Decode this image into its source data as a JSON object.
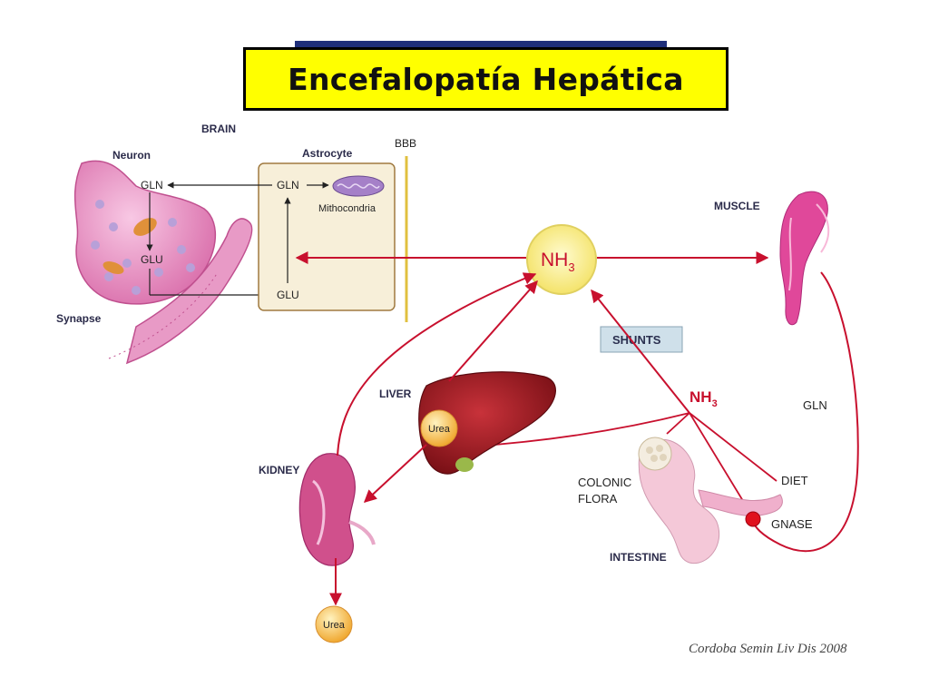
{
  "title": "Encefalopatía Hepática",
  "labels": {
    "brain": "BRAIN",
    "neuron": "Neuron",
    "astrocyte": "Astrocyte",
    "bbb": "BBB",
    "synapse": "Synapse",
    "gln_neuron": "GLN",
    "glu_neuron": "GLU",
    "gln_astro": "GLN",
    "glu_astro": "GLU",
    "mitochondria": "Mithocondria",
    "muscle": "MUSCLE",
    "liver": "LIVER",
    "kidney": "KIDNEY",
    "intestine": "INTESTINE",
    "colonic_flora_1": "COLONIC",
    "colonic_flora_2": "FLORA",
    "diet": "DIET",
    "gnase": "GNASE",
    "gln_side": "GLN",
    "shunts": "SHUNTS",
    "nh3_center": "NH",
    "nh3_center_sub": "3",
    "nh3_small": "NH",
    "nh3_small_sub": "3",
    "urea_liver": "Urea",
    "urea_kidney": "Urea"
  },
  "credit": "Cordoba Semin Liv Dis 2008",
  "colors": {
    "title_bg": "#ffff00",
    "arrow_red": "#c8102e",
    "nh3_circle": "#fff59a",
    "astrocyte_box": "#f7efd9"
  }
}
